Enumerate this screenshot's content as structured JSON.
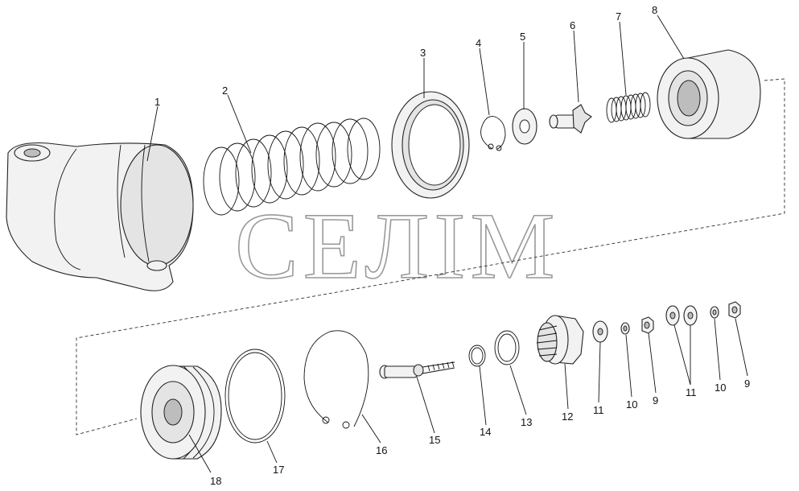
{
  "watermark": "СЕЛІМ",
  "callouts": {
    "c1": "1",
    "c2": "2",
    "c3": "3",
    "c4": "4",
    "c5": "5",
    "c6": "6",
    "c7": "7",
    "c8": "8",
    "c9a": "9",
    "c9b": "9",
    "c10a": "10",
    "c10b": "10",
    "c11a": "11",
    "c11b": "11",
    "c12": "12",
    "c13": "13",
    "c14": "14",
    "c15": "15",
    "c16": "16",
    "c17": "17",
    "c18": "18"
  }
}
